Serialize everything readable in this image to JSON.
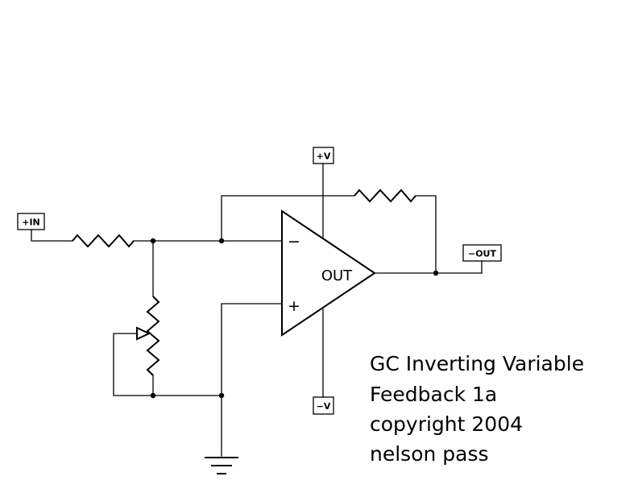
{
  "ports": {
    "input": "+IN",
    "pos_supply": "+V",
    "neg_supply": "−V",
    "output": "−OUT"
  },
  "opamp": {
    "inverting_sign": "−",
    "noninverting_sign": "+",
    "output_label": "OUT"
  },
  "caption": {
    "line1": "GC Inverting Variable",
    "line2": "Feedback 1a",
    "line3": "copyright 2004",
    "line4": "nelson pass"
  }
}
